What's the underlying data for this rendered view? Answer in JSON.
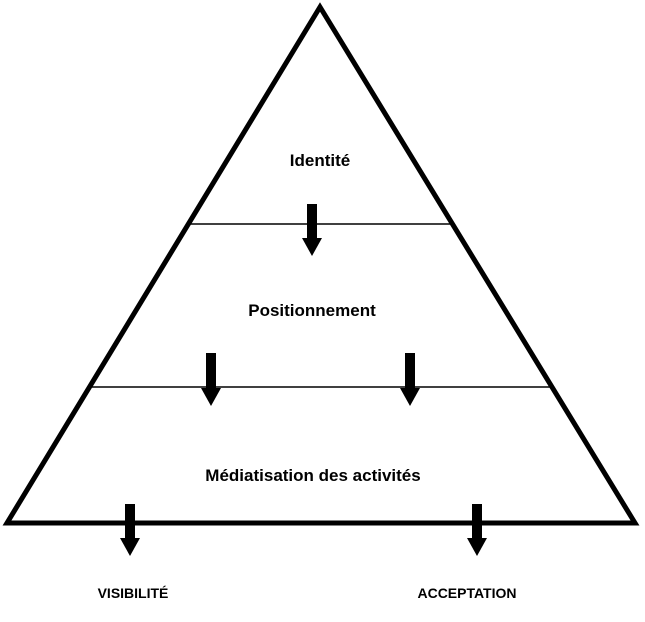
{
  "pyramid": {
    "levels": [
      {
        "label": "Identité"
      },
      {
        "label": "Positionnement"
      },
      {
        "label": "Médiatisation des activités"
      }
    ]
  },
  "outcomes": [
    {
      "label": "VISIBILITÉ"
    },
    {
      "label": "ACCEPTATION"
    }
  ],
  "colors": {
    "stroke": "#000000",
    "background": "#ffffff"
  }
}
